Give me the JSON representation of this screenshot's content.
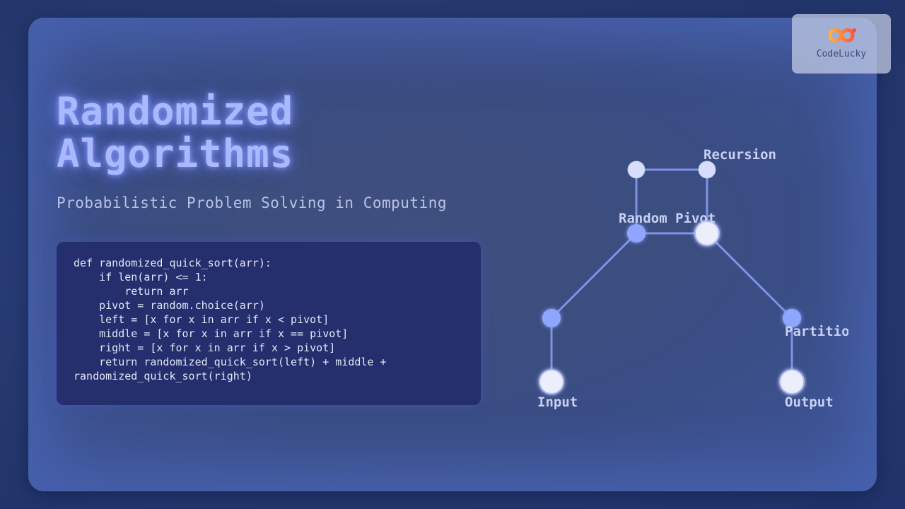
{
  "slide": {
    "title_line1": "Randomized",
    "title_line2": "Algorithms",
    "subtitle": "Probabilistic Problem Solving in Computing"
  },
  "code": {
    "text": "def randomized_quick_sort(arr):\n    if len(arr) <= 1:\n        return arr\n    pivot = random.choice(arr)\n    left = [x for x in arr if x < pivot]\n    middle = [x for x in arr if x == pivot]\n    right = [x for x in arr if x > pivot]\n    return randomized_quick_sort(left) + middle +\nrandomized_quick_sort(right)"
  },
  "logo": {
    "text": "CodeLucky"
  },
  "diagram": {
    "labels": {
      "recursion": "Recursion",
      "random_pivot": "Random Pivot",
      "partition": "Partition",
      "input": "Input",
      "output": "Output"
    },
    "colors": {
      "edge": "#7e93e6",
      "node_light": "#dde2ff",
      "node_mid": "#8fa6ff",
      "node_white": "#eceefc"
    }
  },
  "colors": {
    "title_glow": "#a9b8ff",
    "code_background": "#252f6e",
    "card_background": "#3c5290",
    "page_background": "#263a70"
  }
}
